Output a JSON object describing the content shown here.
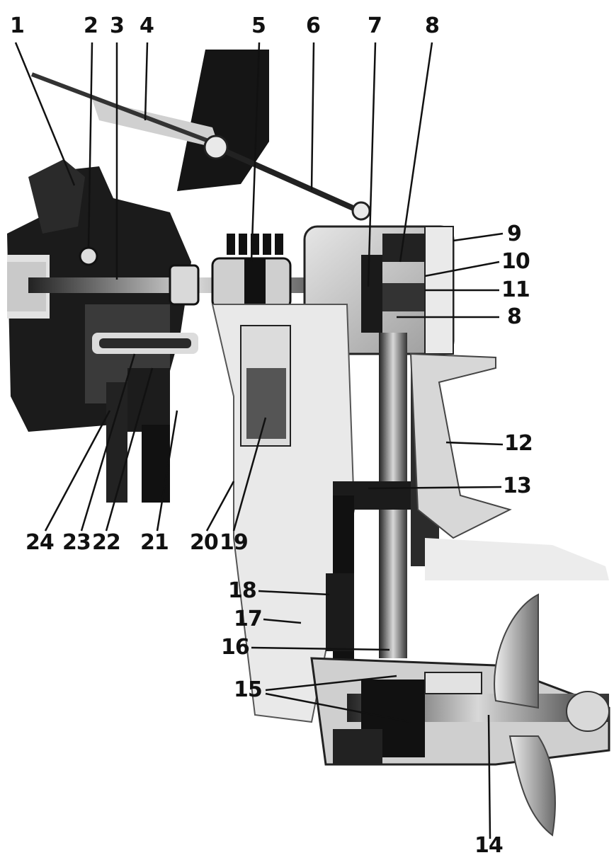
{
  "labels": {
    "l1": "1",
    "l2": "2",
    "l3": "3",
    "l4": "4",
    "l5": "5",
    "l6": "6",
    "l7": "7",
    "l8a": "8",
    "l9": "9",
    "l10": "10",
    "l11": "11",
    "l8b": "8",
    "l12": "12",
    "l13": "13",
    "l14": "14",
    "l15": "15",
    "l16": "16",
    "l17": "17",
    "l18": "18",
    "l19": "19",
    "l20": "20",
    "l21": "21",
    "l22": "22",
    "l23": "23",
    "l24": "24"
  },
  "colors": {
    "ink": "#111111",
    "dark": "#1b1b1b",
    "mid": "#5a5a5a",
    "light": "#b9b9b9",
    "paper": "#ffffff"
  }
}
